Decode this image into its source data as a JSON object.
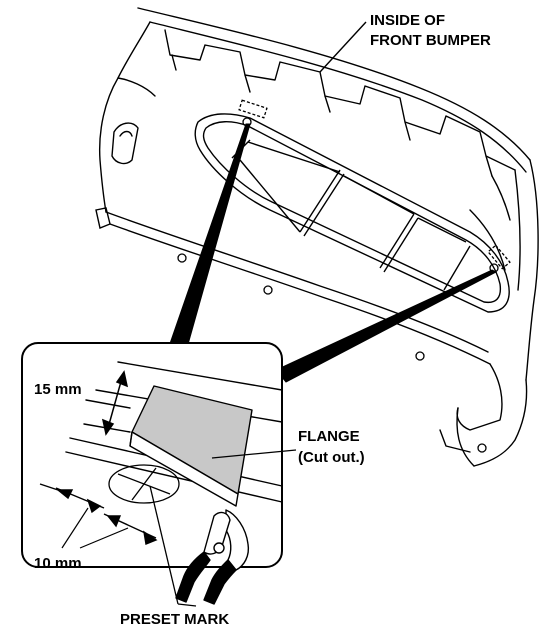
{
  "labels": {
    "bumper_line1": "INSIDE OF",
    "bumper_line2": "FRONT BUMPER",
    "dim_15": "15 mm",
    "flange_line1": "FLANGE",
    "flange_line2": "(Cut out.)",
    "dim_10": "10 mm",
    "preset_mark": "PRESET MARK"
  },
  "colors": {
    "ink": "#000000",
    "paper": "#ffffff",
    "flange_fill": "#c8c8c8"
  },
  "icons": {
    "tool": "cutting-pliers-icon",
    "detail": "magnified-detail-view",
    "preset": "preset-mark-circle-icon"
  }
}
